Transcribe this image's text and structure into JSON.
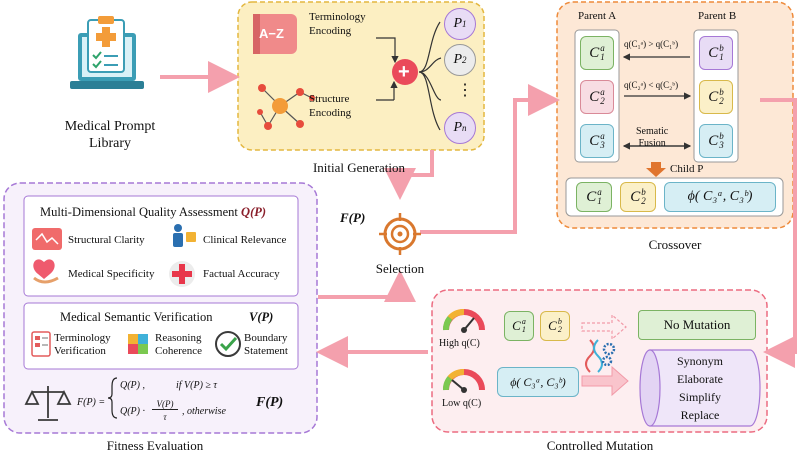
{
  "library": {
    "label_line1": "Medical Prompt",
    "label_line2": "Library"
  },
  "initial": {
    "title": "Initial Generation",
    "terminology_line1": "Terminology",
    "terminology_line2": "Encoding",
    "structure_line1": "Structure",
    "structure_line2": "Encoding",
    "az": "A−Z",
    "plus": "+",
    "p1": "P",
    "p1s": "1",
    "p2": "P",
    "p2s": "2",
    "dots": "⋮",
    "pn": "P",
    "pns": "n"
  },
  "crossover": {
    "title": "Crossover",
    "parent_a": "Parent A",
    "parent_b": "Parent B",
    "c": "C",
    "a": "a",
    "b": "b",
    "s1": "1",
    "s2": "2",
    "s3": "3",
    "cmp1": "q(C₁ᵃ) > q(C₁ᵇ)",
    "cmp2": "q(C₂ᵃ) < q(C₂ᵇ)",
    "fusion_line1": "Sematic",
    "fusion_line2": "Fusion",
    "child": "Child P",
    "phi": "ϕ( C₃ᵃ, C₃ᵇ)"
  },
  "selection": {
    "label": "Selection",
    "fp": "F(P)"
  },
  "fitness": {
    "title": "Fitness Evaluation",
    "quality_title": "Multi-Dimensional Quality Assessment",
    "quality_sym": "Q(P)",
    "structural": "Structural Clarity",
    "clinical": "Clinical Relevance",
    "specificity": "Medical Specificity",
    "factual": "Factual Accuracy",
    "verif_title": "Medical Semantic Verification",
    "verif_sym": "V(P)",
    "term_line1": "Terminology",
    "term_line2": "Verification",
    "reason_line1": "Reasoning",
    "reason_line2": "Coherence",
    "bound_line1": "Boundary",
    "bound_line2": "Statement",
    "f_lhs": "F(P) =",
    "case1_val": "Q(P) ,",
    "case1_cond": "if V(P)  ≥  τ",
    "case2_val": "Q(P) ·",
    "case2_num": "V(P)",
    "case2_den": "τ",
    "case2_cond": ", otherwise",
    "fp_bold": "F(P)"
  },
  "mutation": {
    "title": "Controlled Mutation",
    "high": "High q(C)",
    "low": "Low q(C)",
    "no_mutation": "No Mutation",
    "ops": [
      "Synonym",
      "Elaborate",
      "Simplify",
      "Replace"
    ],
    "phi": "ϕ( C₃ᵃ, C₃ᵇ)"
  },
  "colors": {
    "arrow": "#f4a0ad",
    "yellow_bg": "#fcefc2",
    "yellow_border": "#e3b73f",
    "orange_bg": "#fde8d6",
    "orange_border": "#ee8a3a",
    "purple_border": "#a678d6",
    "red_border": "#ec6b80",
    "green_cell": "#dff0d5",
    "blue_cell": "#d6eef4",
    "purple_cell": "#e8dcf5",
    "yellow_cell": "#fbf0c8"
  }
}
